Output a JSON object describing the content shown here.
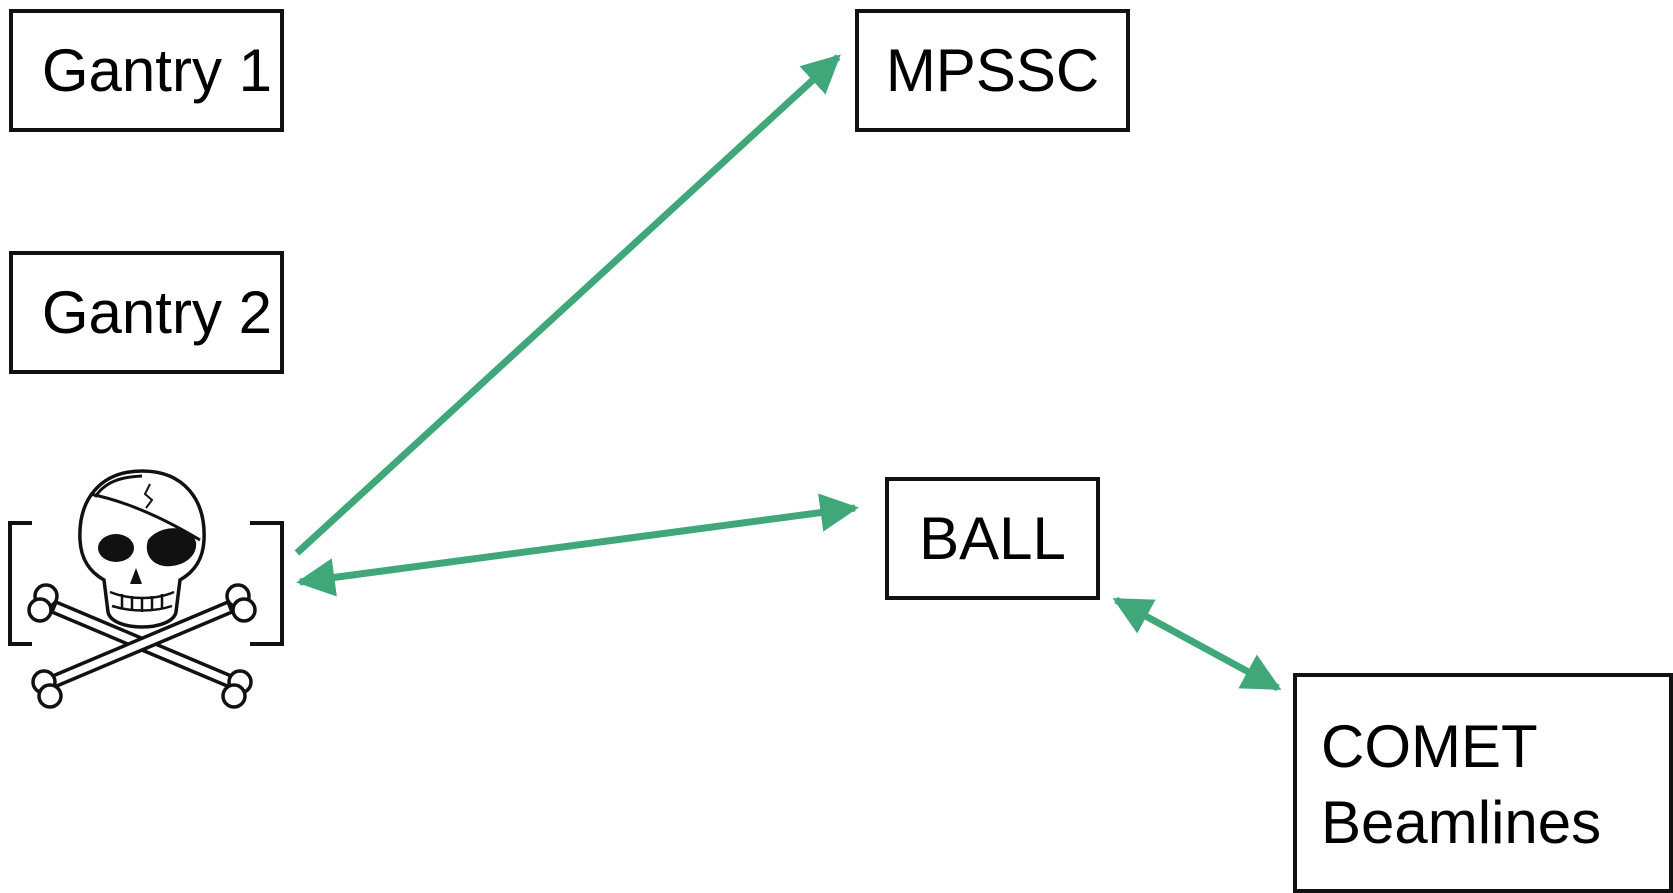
{
  "nodes": {
    "gantry_1": "Gantry 1",
    "gantry_2": "Gantry 2",
    "mpssc": "MPSSC",
    "ball": "BALL",
    "comet_line1": "COMET",
    "comet_line2": "Beamlines"
  },
  "icons": {
    "hub": "skull-crossbones-icon"
  },
  "colors": {
    "arrow": "#3fa77a",
    "border": "#111111"
  },
  "edges": [
    {
      "from": "skull",
      "to": "MPSSC",
      "style": "arrow-to-target"
    },
    {
      "from": "skull",
      "to": "BALL",
      "style": "double-arrow"
    },
    {
      "from": "BALL",
      "to": "COMET Beamlines",
      "style": "double-arrow"
    }
  ]
}
